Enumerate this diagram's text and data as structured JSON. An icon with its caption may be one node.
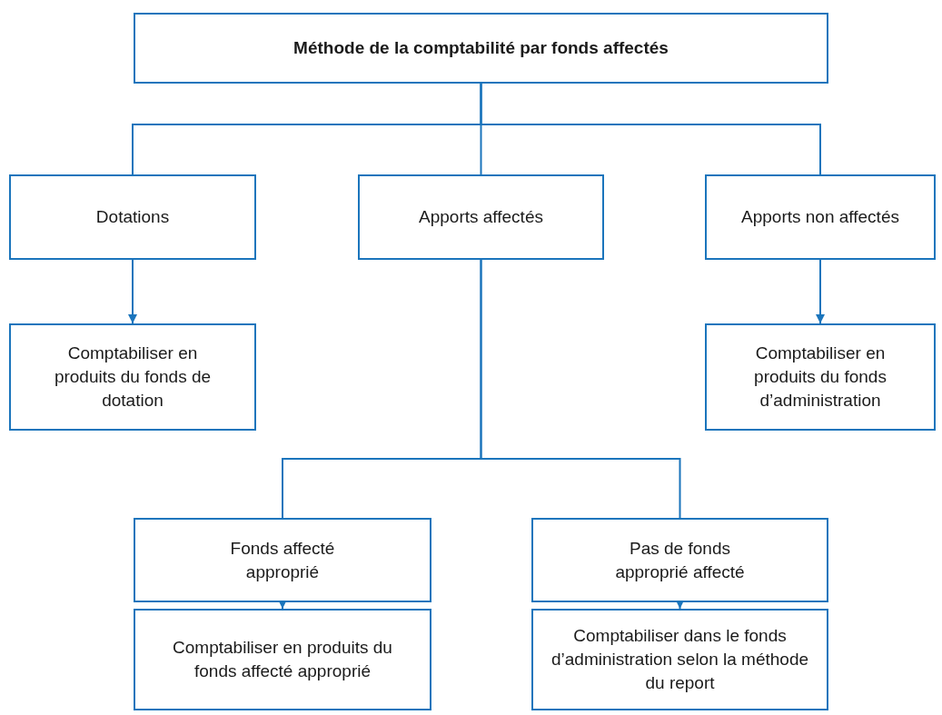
{
  "diagram": {
    "nodes": [
      {
        "text": [
          "Méthode de la comptabilité par fonds affectés"
        ]
      },
      {
        "text": [
          "Dotations"
        ]
      },
      {
        "text": [
          "Apports affectés"
        ]
      },
      {
        "text": [
          "Apports non affectés"
        ]
      },
      {
        "text": [
          "Comptabiliser en produits du fonds de dotation"
        ]
      },
      {
        "text": [
          "Comptabiliser en produits du fonds d’administration"
        ]
      },
      {
        "text": [
          "Fonds affecté approprié"
        ]
      },
      {
        "text": [
          "Pas de fonds approprié affecté"
        ]
      },
      {
        "text": [
          "Comptabiliser en produits du fonds affecté approprié"
        ]
      },
      {
        "text": [
          "Comptabiliser dans le fonds d’administration selon la méthode du report"
        ]
      }
    ],
    "edges": [
      {
        "from": 0,
        "to": 1,
        "arrow": "none"
      },
      {
        "from": 0,
        "to": 2,
        "arrow": "none"
      },
      {
        "from": 0,
        "to": 3,
        "arrow": "none"
      },
      {
        "from": 1,
        "to": 4,
        "arrow": "to"
      },
      {
        "from": 3,
        "to": 5,
        "arrow": "to"
      },
      {
        "from": 2,
        "to": 6,
        "arrow": "none"
      },
      {
        "from": 2,
        "to": 7,
        "arrow": "none"
      },
      {
        "from": 6,
        "to": 8,
        "arrow": "to"
      },
      {
        "from": 7,
        "to": 9,
        "arrow": "to"
      }
    ]
  }
}
